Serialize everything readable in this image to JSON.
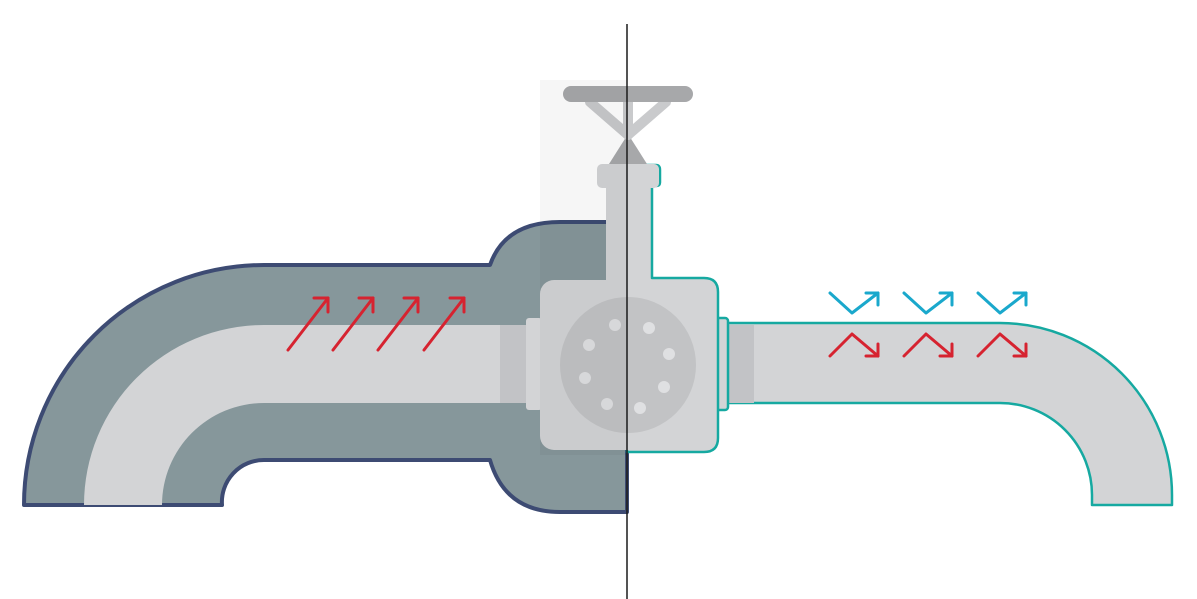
{
  "diagram": {
    "subject": "pipe-with-valve-insulation-comparison",
    "colors": {
      "background": "#ffffff",
      "insulation_fill": "#86979b",
      "insulation_outline": "#3d4b73",
      "pipe_fill": "#d3d4d6",
      "pipe_shadow": "#c2c3c6",
      "valve_body": "#d3d4d6",
      "valve_disc": "#c2c3c5",
      "valve_bolt": "#dfe0e2",
      "handwheel": "#a7a8aa",
      "handwheel_spokes": "#c9cacc",
      "bare_outline": "#16a9a1",
      "divider": "#1b1b1b",
      "heat_arrow": "#d62330",
      "cold_arrow": "#1aa8cc"
    },
    "icons": {
      "insulated_side": "heat-retained-arrows",
      "bare_side": "heat-loss-bounce-arrows"
    }
  }
}
